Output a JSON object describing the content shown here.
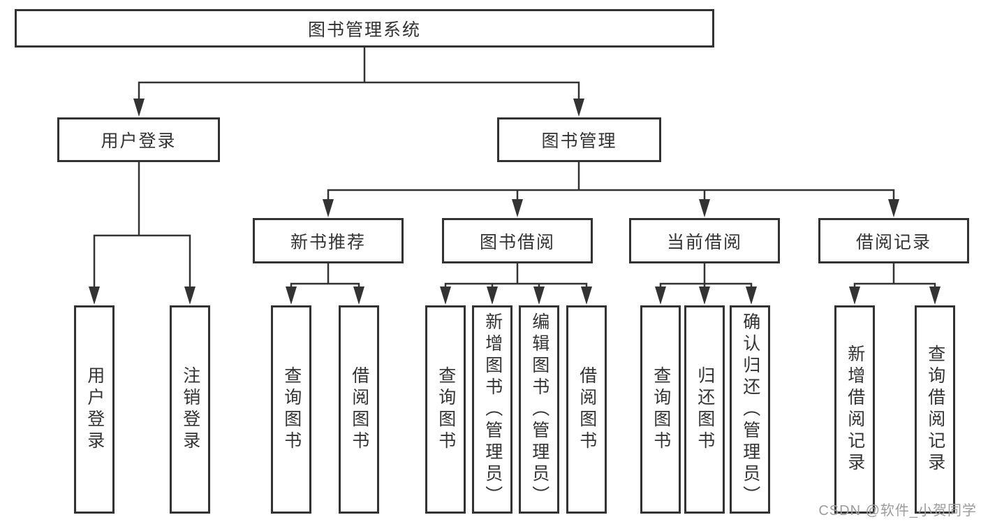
{
  "diagram": {
    "title_node": "图书管理系统",
    "level2": {
      "user_login": "用户登录",
      "book_mgmt": "图书管理"
    },
    "level3": {
      "new_books": "新书推荐",
      "book_borrow": "图书借阅",
      "current_borrow": "当前借阅",
      "borrow_records": "借阅记录"
    },
    "leaves": [
      {
        "group": "user_login",
        "label": "用户登录"
      },
      {
        "group": "user_login",
        "label": "注销登录"
      },
      {
        "group": "new_books",
        "label": "查询图书"
      },
      {
        "group": "new_books",
        "label": "借阅图书"
      },
      {
        "group": "book_borrow",
        "label": "查询图书"
      },
      {
        "group": "book_borrow",
        "label": "新增图书（管理员）"
      },
      {
        "group": "book_borrow",
        "label": "编辑图书（管理员）"
      },
      {
        "group": "book_borrow",
        "label": "借阅图书"
      },
      {
        "group": "current_borrow",
        "label": "查询图书"
      },
      {
        "group": "current_borrow",
        "label": "归还图书"
      },
      {
        "group": "current_borrow",
        "label": "确认归还（管理员）"
      },
      {
        "group": "borrow_records",
        "label": "新增借阅记录"
      },
      {
        "group": "borrow_records",
        "label": "查询借阅记录"
      }
    ]
  },
  "watermark": "CSDN @软件_小贺同学",
  "colors": {
    "line": "#333333",
    "text": "#333333",
    "box_background": "#ffffff",
    "watermark": "#9c9c9c"
  }
}
